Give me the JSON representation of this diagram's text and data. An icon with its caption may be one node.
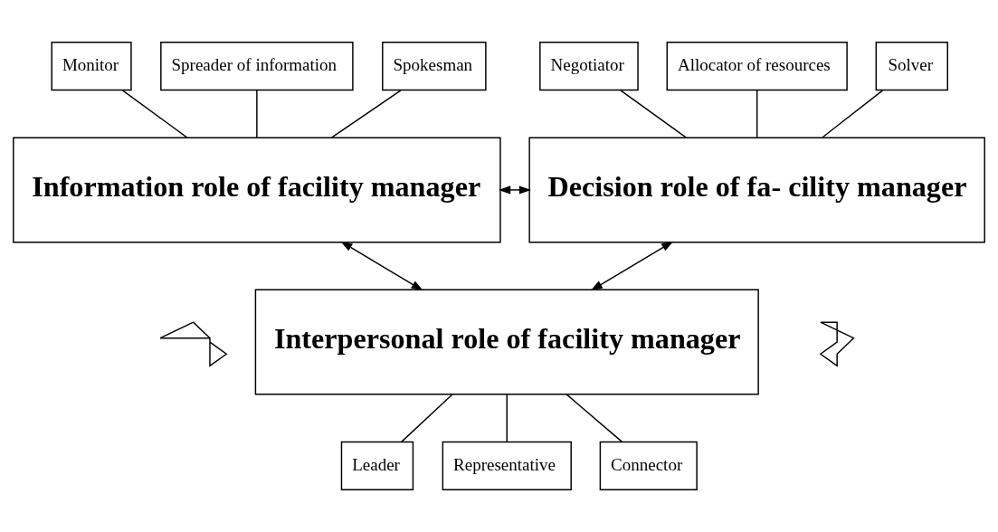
{
  "diagram": {
    "nodes": [
      {
        "text": [
          "Monitor"
        ]
      },
      {
        "text": [
          "Spreader of information"
        ]
      },
      {
        "text": [
          "Spokesman"
        ]
      },
      {
        "text": [
          "Negotiator"
        ]
      },
      {
        "text": [
          "Allocator of resources"
        ]
      },
      {
        "text": [
          "Solver"
        ]
      },
      {
        "text": [
          "Information role of facility manager"
        ]
      },
      {
        "text": [
          "Decision role of fa- cility manager"
        ]
      },
      {
        "text": [
          "Interpersonal role of facility manager"
        ]
      },
      {
        "text": [
          "Leader"
        ]
      },
      {
        "text": [
          "Representative"
        ]
      },
      {
        "text": [
          "Connector"
        ]
      },
      {
        "text": [],
        "shape": "arrow"
      },
      {
        "text": [],
        "shape": "arrow"
      }
    ],
    "edges": [
      {
        "from": 0,
        "to": 6,
        "arrow": "none"
      },
      {
        "from": 1,
        "to": 6,
        "arrow": "none"
      },
      {
        "from": 2,
        "to": 6,
        "arrow": "none"
      },
      {
        "from": 3,
        "to": 7,
        "arrow": "none"
      },
      {
        "from": 4,
        "to": 7,
        "arrow": "none"
      },
      {
        "from": 5,
        "to": 7,
        "arrow": "none"
      },
      {
        "from": 6,
        "to": 7,
        "arrow": "both"
      },
      {
        "from": 6,
        "to": 8,
        "arrow": "both"
      },
      {
        "from": 7,
        "to": 8,
        "arrow": "both"
      },
      {
        "from": 8,
        "to": 9,
        "arrow": "none"
      },
      {
        "from": 8,
        "to": 10,
        "arrow": "none"
      },
      {
        "from": 8,
        "to": 11,
        "arrow": "none"
      }
    ]
  }
}
